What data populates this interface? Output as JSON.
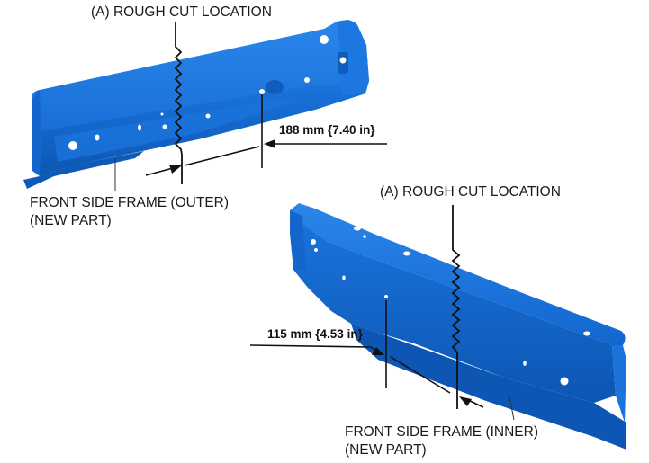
{
  "diagram": {
    "upper_part": {
      "name": "front-side-frame-outer",
      "cut_label": "(A) ROUGH CUT LOCATION",
      "dimension_label": "188 mm {7.40 in}",
      "part_label_line1": "FRONT SIDE FRAME (OUTER)",
      "part_label_line2": "(NEW PART)"
    },
    "lower_part": {
      "name": "front-side-frame-inner",
      "cut_label": "(A) ROUGH CUT LOCATION",
      "dimension_label": "115 mm {4.53 in}",
      "part_label_line1": "FRONT SIDE FRAME (INNER)",
      "part_label_line2": "(NEW PART)"
    },
    "colors": {
      "part_base": "#1570d8",
      "part_dark": "#0c4fa8",
      "part_light": "#3a93ee",
      "line": "#111111"
    }
  }
}
